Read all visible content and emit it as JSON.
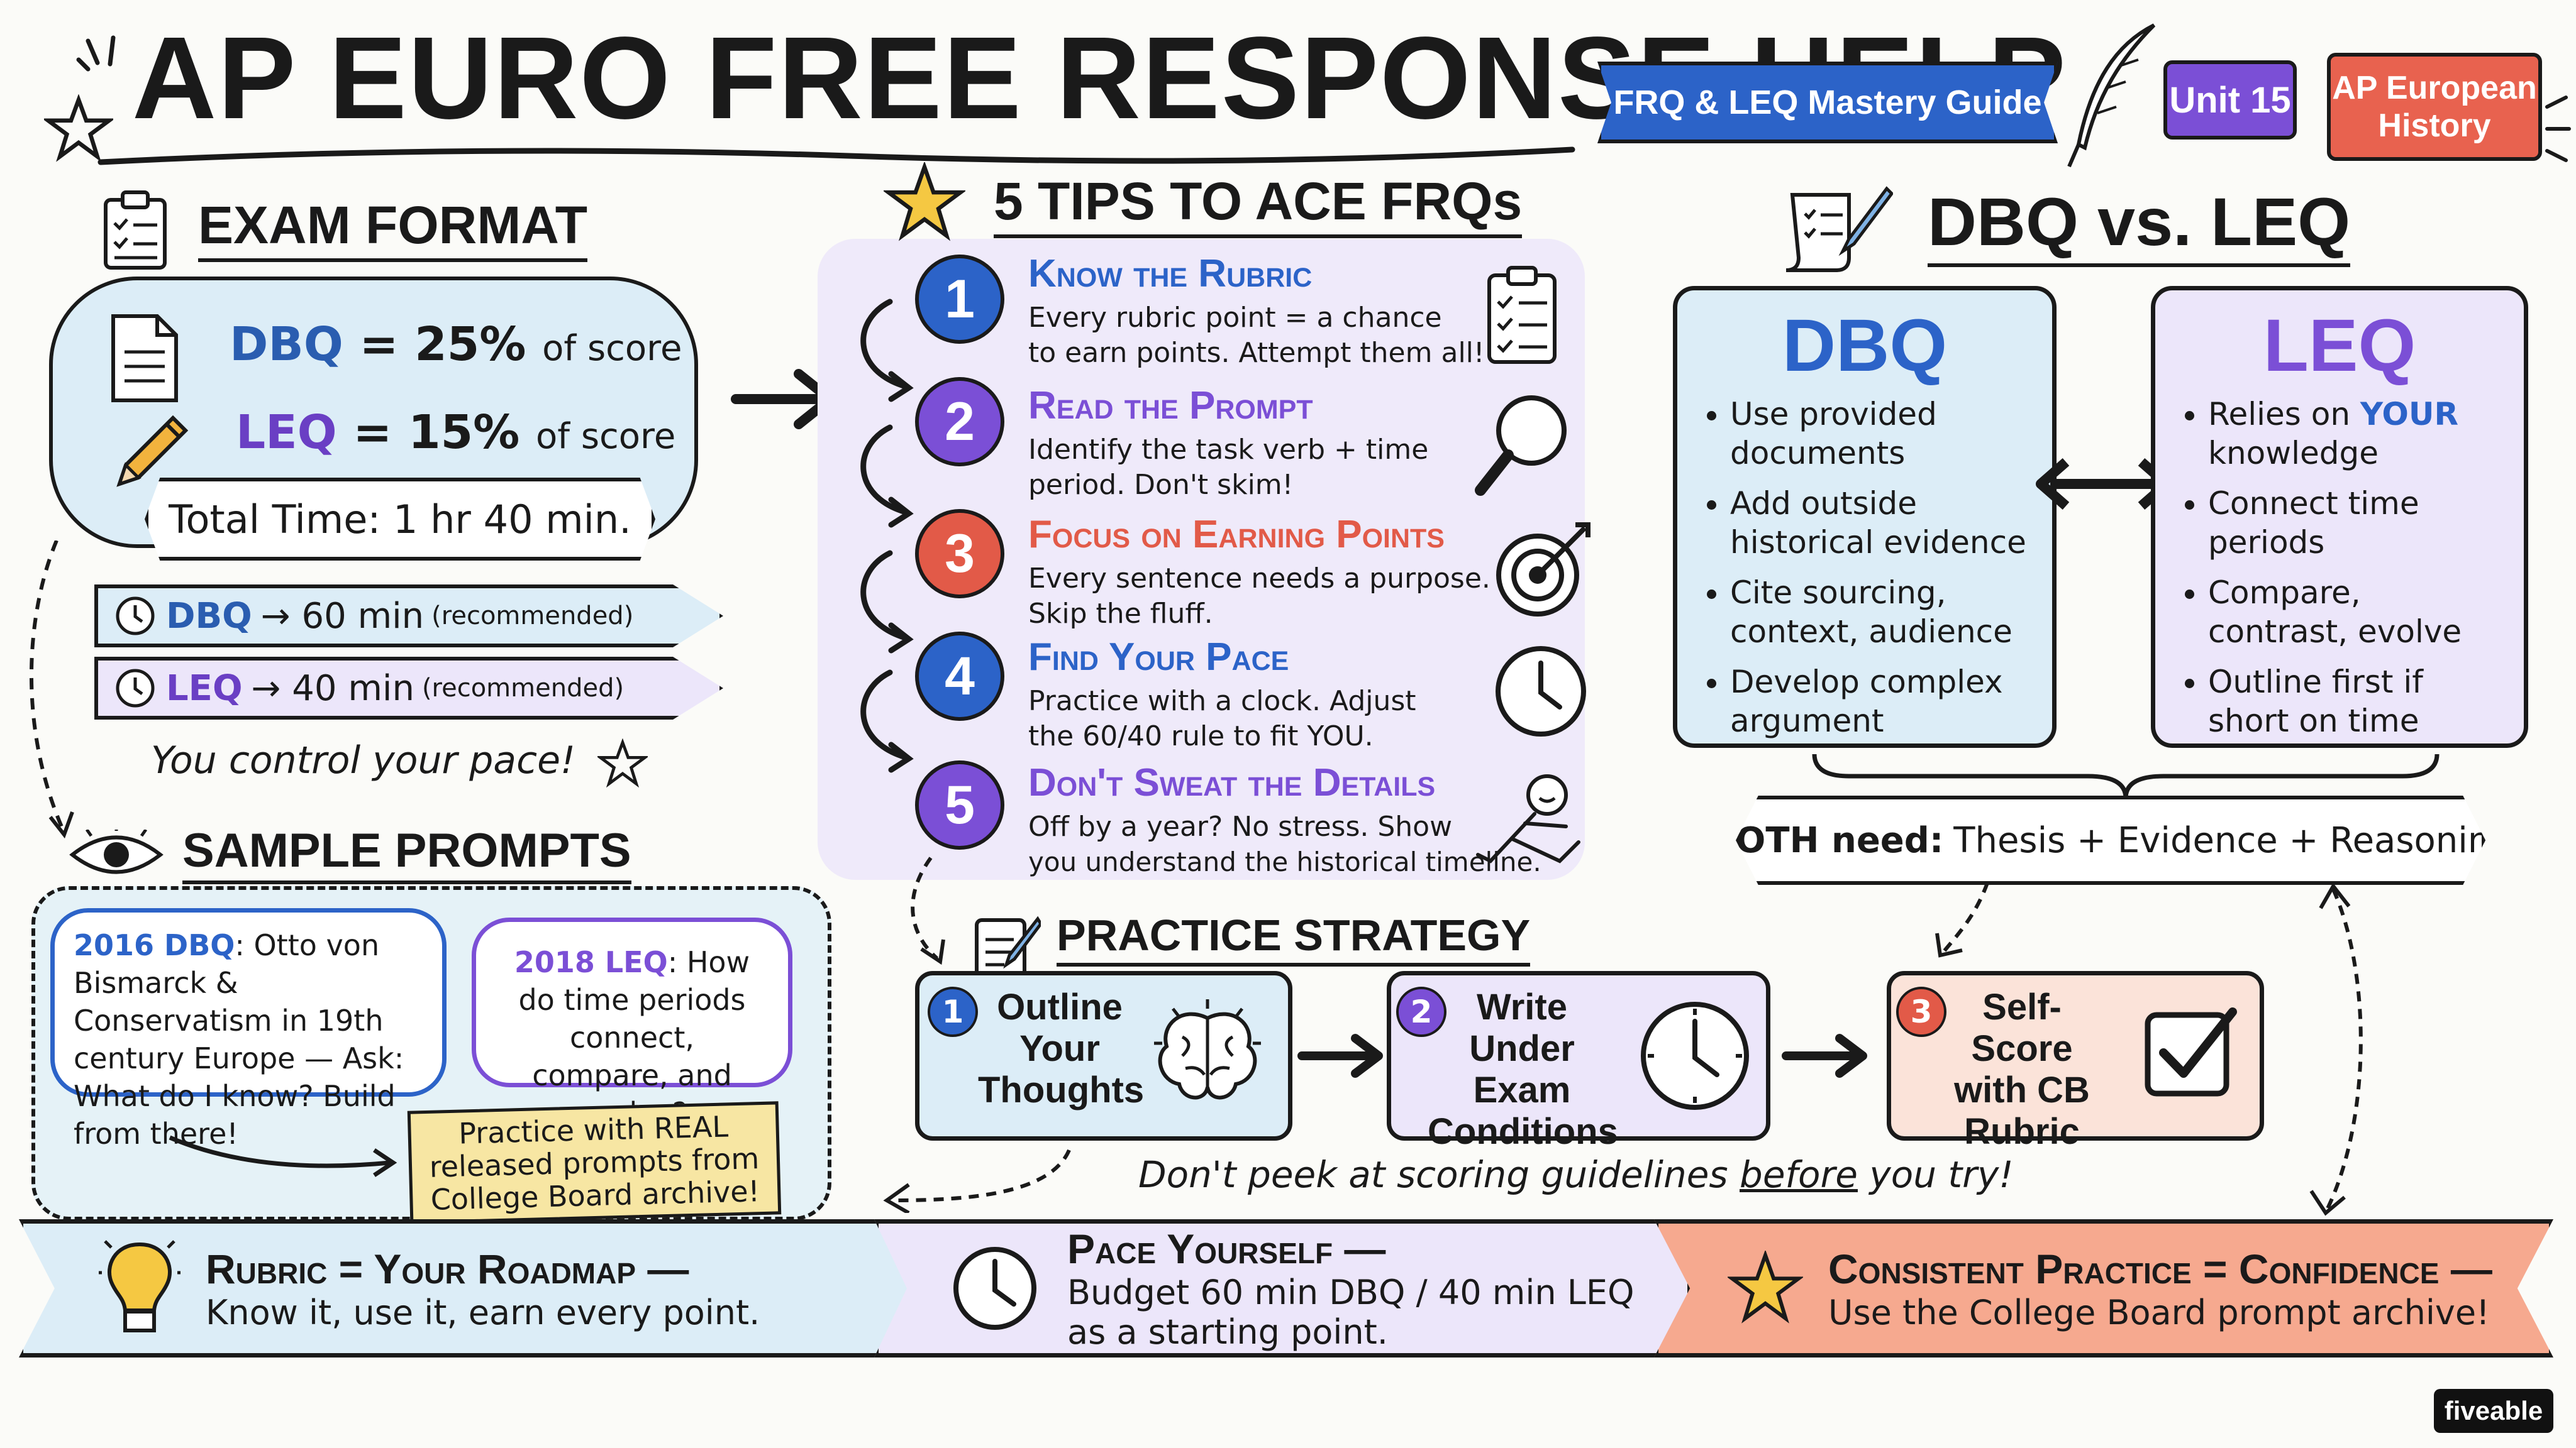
{
  "header": {
    "title": "AP EURO FREE RESPONSE HELP",
    "guide_badge": "FRQ & LEQ Mastery Guide",
    "unit_badge": "Unit 15",
    "course_badge_line1": "AP European",
    "course_badge_line2": "History"
  },
  "exam_format": {
    "title": "EXAM FORMAT",
    "dbq_label": "DBQ",
    "dbq_value": "= 25%",
    "dbq_suffix": "of score",
    "leq_label": "LEQ",
    "leq_value": "= 15%",
    "leq_suffix": "of score",
    "total_time": "Total Time: 1 hr 40 min.",
    "dbq_time_label": "DBQ",
    "dbq_time": "→ 60 min",
    "dbq_time_note": "(recommended)",
    "leq_time_label": "LEQ",
    "leq_time": "→ 40 min",
    "leq_time_note": "(recommended)",
    "pace_note": "You control your pace!"
  },
  "tips": {
    "title": "5 TIPS TO ACE FRQs",
    "items": [
      {
        "num": "1",
        "title": "Know the Rubric",
        "line1": "Every rubric point = a chance",
        "line2": "to earn points. Attempt them all!",
        "color": "#2c63c8"
      },
      {
        "num": "2",
        "title": "Read the Prompt",
        "line1": "Identify the task verb + time",
        "line2": "period.  Don't skim!",
        "color": "#7b4fd6"
      },
      {
        "num": "3",
        "title": "Focus on Earning Points",
        "line1": "Every sentence needs a purpose.",
        "line2": "Skip the fluff.",
        "color": "#e25a48"
      },
      {
        "num": "4",
        "title": "Find Your Pace",
        "line1": "Practice with a clock. Adjust",
        "line2": "the 60/40 rule to fit YOU.",
        "color": "#2c63c8"
      },
      {
        "num": "5",
        "title": "Don't Sweat the Details",
        "line1": "Off by a year? No stress. Show",
        "line2": "you understand the historical timeline.",
        "color": "#7b4fd6"
      }
    ]
  },
  "comparison": {
    "title": "DBQ vs. LEQ",
    "dbq": {
      "heading": "DBQ",
      "items": [
        "Use provided documents",
        "Add outside historical evidence",
        "Cite sourcing, context, audience",
        "Develop complex argument"
      ]
    },
    "leq": {
      "heading": "LEQ",
      "item1_prefix": "Relies on ",
      "item1_emph": "YOUR",
      "item1_suffix": " knowledge",
      "items_rest": [
        "Connect time periods",
        "Compare, contrast, evolve",
        "Outline first if short on time"
      ]
    },
    "both_label": "BOTH need:",
    "both_text": "Thesis + Evidence + Reasoning"
  },
  "samples": {
    "title": "SAMPLE PROMPTS",
    "dbq_year": "2016 DBQ",
    "dbq_text": ": Otto von Bismarck & Conservatism in 19th century Europe — Ask: What do I know? Build from there!",
    "leq_year": "2018 LEQ",
    "leq_text": ": How do time periods connect, compare, and evolve?",
    "sticky": "Practice with REAL released prompts from College Board archive!"
  },
  "strategy": {
    "title": "PRACTICE STRATEGY",
    "steps": [
      {
        "num": "1",
        "text": "Outline Your Thoughts"
      },
      {
        "num": "2",
        "text": "Write Under Exam Conditions"
      },
      {
        "num": "3",
        "text": "Self-Score with CB Rubric"
      }
    ],
    "note_pre": "Don't peek at scoring guidelines ",
    "note_emph": "before",
    "note_post": " you try!"
  },
  "bottom": {
    "seg1_title": "Rubric = Your Roadmap —",
    "seg1_body": "Know it, use it, earn every point.",
    "seg2_title": "Pace Yourself —",
    "seg2_body1": "Budget 60 min DBQ / 40 min LEQ",
    "seg2_body2": "as a starting point.",
    "seg3_title": "Consistent Practice = Confidence —",
    "seg3_body": "Use the College Board prompt archive!"
  },
  "logo": "fiveable",
  "colors": {
    "blue": "#2c63c8",
    "purple": "#7b4fd6",
    "red": "#e8624f",
    "light_blue": "#dcedf7",
    "light_purple": "#ece6fa",
    "light_peach": "#fbe3d9"
  }
}
